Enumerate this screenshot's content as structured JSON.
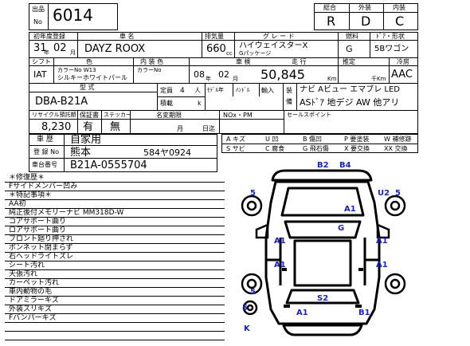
{
  "lot": {
    "label_top": "出品",
    "label_bottom": "No",
    "number": "6014"
  },
  "grades": {
    "labels": [
      "総合",
      "外装",
      "内装"
    ],
    "values": [
      "R",
      "D",
      "C"
    ]
  },
  "row1": {
    "reg_label": "初年度登録",
    "year": "31",
    "year_unit": "年",
    "month": "02",
    "month_unit": "月",
    "name_label": "車 名",
    "name": "DAYZ ROOX",
    "cc_label": "排気量",
    "cc": "660",
    "cc_unit": "cc",
    "grade_label": "グ レ ー ド",
    "grade1": "ハイウェイスターX",
    "grade2": "Gパッケージ",
    "fuel_label": "燃料",
    "fuel": "G",
    "shape_label": "ﾄﾞｱ・形状",
    "shape": "5Bワゴン"
  },
  "row2": {
    "shift_label": "シフト",
    "shift": "IAT",
    "color_label": "色",
    "color_no": "カラーNo W13",
    "color_name": "シルキーホワイトパール",
    "int_label": "内 装 色",
    "int_color_no": "カラーNo",
    "inspect_label": "車 検",
    "inspect_y": "08",
    "inspect_m": "02",
    "inspect_y_unit": "年",
    "inspect_m_unit": "月",
    "mileage_label": "走 行",
    "mileage": "50,845",
    "mileage_unit": "Km",
    "mileage_unit2": "千Km",
    "est_label": "推定",
    "ac_label": "冷房",
    "ac": "AAC"
  },
  "row3": {
    "model_label": "型 式",
    "model": "DBA-B21A",
    "cap_label": "定員",
    "cap": "4",
    "cap_unit": "人",
    "load_label": "積載",
    "load_unit": "k",
    "side_labels": [
      "ﾓﾃﾞﾙ年",
      "ﾊﾝﾄﾞﾙ",
      "輸入"
    ],
    "equip_label1": "装",
    "equip_label2": "備",
    "equip1": "ナビ Aビュー エマブレ LED",
    "equip2": "ASﾄﾞｱ 地デジ AW 他アリ"
  },
  "row4": {
    "recycle_label": "リサイクル預託額",
    "recycle": "8,230",
    "warranty_label": "保証書",
    "warranty": "有",
    "sticker_label": "ステッカー",
    "sticker": "無",
    "transfer_label": "名変期限",
    "transfer_m": "月",
    "transfer_d": "日迄",
    "nox_label": "NOx・PM",
    "points_label": "セールスポイント"
  },
  "history": {
    "label": "車 歴",
    "value": "自家用",
    "reg_label": "登 録 No",
    "reg_place": "熊本",
    "reg_no": "584ヤ0924",
    "chassis_label": "車台番号",
    "chassis": "B21A-0555704"
  },
  "legend": [
    [
      "A キズ",
      "U 凹",
      "B 傷凹",
      "P 要塗装",
      "W 補修跡"
    ],
    [
      "S サビ",
      "C 腐食",
      "G 飛石傷",
      "X 要交換",
      "XX 交換"
    ]
  ],
  "notes": [
    "＊修復歴＊",
    "Fサイドメンバー凹み",
    "＊特記事項＊",
    "AA初",
    "純正後付メモリーナビ MM318D-W",
    "コアサポート曲り",
    "ロアサポート曲り",
    "フロント廻り押され",
    "ボンネット閉まらず",
    "右ヘッドライトズレ",
    "シート汚れ",
    "天張汚れ",
    "カーペット汚れ",
    "車内動物の毛",
    "ドアミラーキズ",
    "外装スリキズ",
    "Fバンパーキズ"
  ],
  "diagram_marks": {
    "b2": "B2",
    "b4": "B4",
    "u2": "U2",
    "five": "5",
    "a1": "A1",
    "g": "G",
    "s2": "S2",
    "b1": "B1",
    "k": "K"
  }
}
